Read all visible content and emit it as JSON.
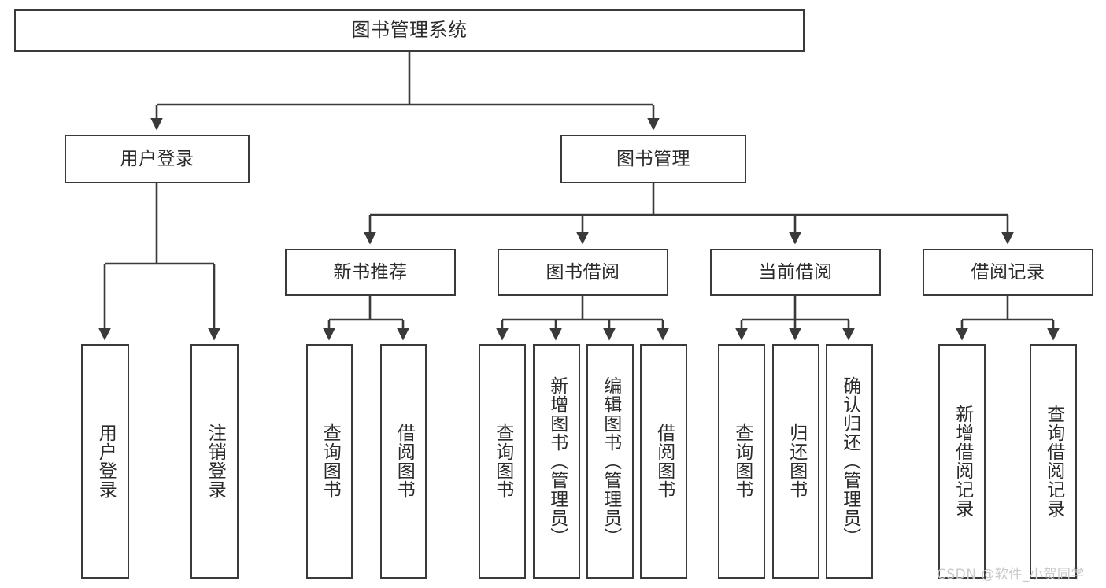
{
  "diagram": {
    "title": "图书管理系统",
    "type": "tree",
    "watermark": "CSDN @软件_小贺同学",
    "colors": {
      "box_border": "#3a3a3a",
      "box_fill": "#ffffff",
      "edge": "#3a3a3a",
      "text": "#2b2b2b",
      "watermark": "#c9c9c9"
    },
    "nodes": {
      "root": {
        "label": "图书管理系统"
      },
      "level2": [
        {
          "id": "user-login",
          "label": "用户登录"
        },
        {
          "id": "book-manage",
          "label": "图书管理"
        }
      ],
      "level3": [
        {
          "id": "new-book-recommend",
          "label": "新书推荐"
        },
        {
          "id": "book-borrow",
          "label": "图书借阅"
        },
        {
          "id": "current-borrow",
          "label": "当前借阅"
        },
        {
          "id": "borrow-record",
          "label": "借阅记录"
        }
      ],
      "leaves": {
        "user-login": [
          {
            "id": "leaf-user-login",
            "label": "用户登录"
          },
          {
            "id": "leaf-logout-login",
            "label": "注销登录"
          }
        ],
        "new-book-recommend": [
          {
            "id": "leaf-query-book-1",
            "label": "查询图书"
          },
          {
            "id": "leaf-borrow-book-1",
            "label": "借阅图书"
          }
        ],
        "book-borrow": [
          {
            "id": "leaf-query-book-2",
            "label": "查询图书"
          },
          {
            "id": "leaf-add-book",
            "label": "新增图书（管理员）"
          },
          {
            "id": "leaf-edit-book",
            "label": "编辑图书（管理员）"
          },
          {
            "id": "leaf-borrow-book-2",
            "label": "借阅图书"
          }
        ],
        "current-borrow": [
          {
            "id": "leaf-query-book-3",
            "label": "查询图书"
          },
          {
            "id": "leaf-return-book",
            "label": "归还图书"
          },
          {
            "id": "leaf-confirm-return",
            "label": "确认归还（管理员）"
          }
        ],
        "borrow-record": [
          {
            "id": "leaf-add-record",
            "label": "新增借阅记录"
          },
          {
            "id": "leaf-query-record",
            "label": "查询借阅记录"
          }
        ]
      }
    }
  }
}
